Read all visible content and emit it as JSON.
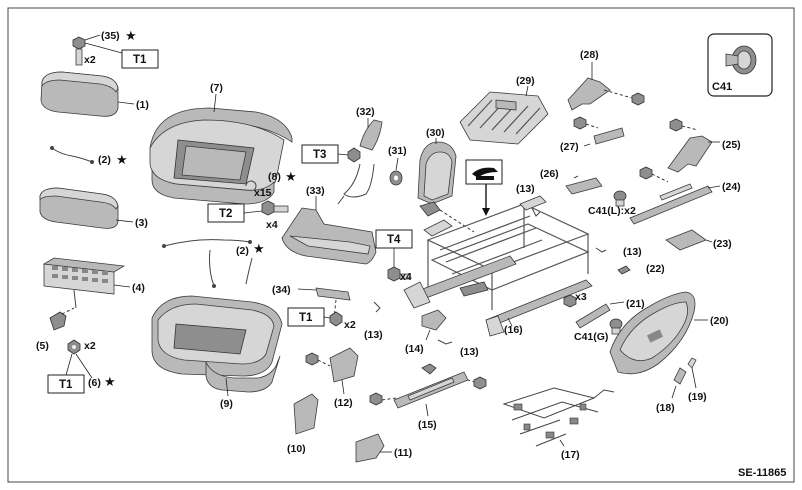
{
  "figure_code": "SE-11865",
  "callouts": {
    "c1": "(1)",
    "c2a": "(2)",
    "c2b": "(2)",
    "c3": "(3)",
    "c4": "(4)",
    "c5": "(5)",
    "c6": "(6)",
    "c7": "(7)",
    "c8": "(8)",
    "c9": "(9)",
    "c10": "(10)",
    "c11": "(11)",
    "c12": "(12)",
    "c13a": "(13)",
    "c13b": "(13)",
    "c13c": "(13)",
    "c13d": "(13)",
    "c14": "(14)",
    "c15": "(15)",
    "c16": "(16)",
    "c17": "(17)",
    "c18": "(18)",
    "c19": "(19)",
    "c20": "(20)",
    "c21": "(21)",
    "c22": "(22)",
    "c23": "(23)",
    "c24": "(24)",
    "c25": "(25)",
    "c26": "(26)",
    "c27": "(27)",
    "c28": "(28)",
    "c29": "(29)",
    "c30": "(30)",
    "c31": "(31)",
    "c32": "(32)",
    "c33": "(33)",
    "c34": "(34)",
    "c35": "(35)"
  },
  "quantities": {
    "q35": "x2",
    "q8": "x15",
    "qT2": "x4",
    "qT4": "x4",
    "qT1mid": "x2",
    "q6": "x2",
    "q21": "x3",
    "qC41L": "C41(L):x2",
    "qC41G": "C41(G)"
  },
  "torque_boxes": {
    "t1_top": "T1",
    "t2": "T2",
    "t3": "T3",
    "t4": "T4",
    "t1_mid": "T1",
    "t1_bottom": "T1"
  },
  "star_symbol": "★",
  "inset": {
    "label": "C41"
  }
}
